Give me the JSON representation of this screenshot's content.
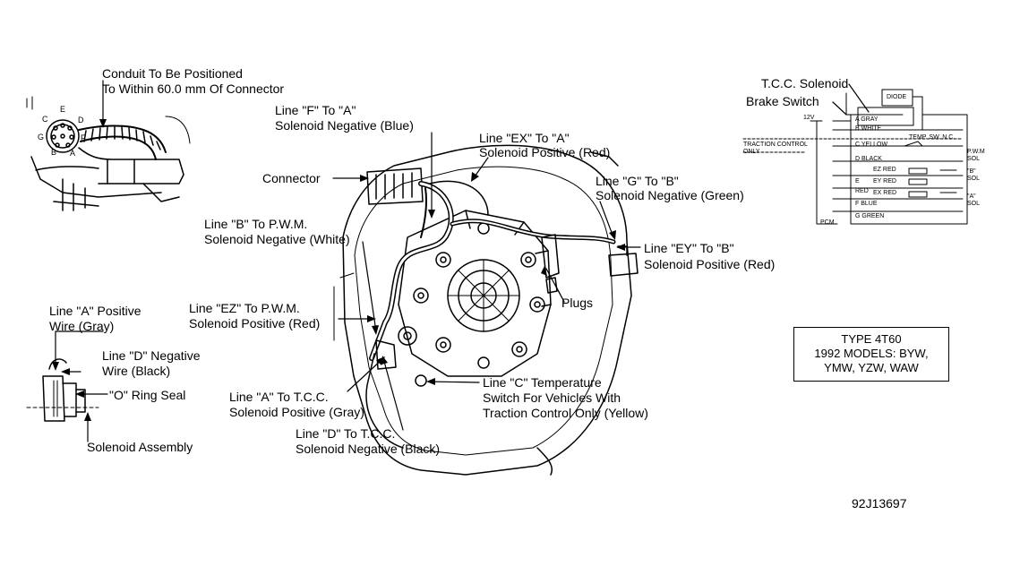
{
  "labels": {
    "conduit": [
      "Conduit To Be Positioned",
      "To Within 60.0 mm Of Connector"
    ],
    "connector": "Connector",
    "line_f": [
      "Line \"F\" To \"A\"",
      "Solenoid Negative (Blue)"
    ],
    "line_ex": [
      "Line \"EX\" To \"A\"",
      "Solenoid Positive (Red)"
    ],
    "line_g": [
      "Line \"G\" To \"B\"",
      "Solenoid Negative (Green)"
    ],
    "line_b": [
      "Line \"B\" To P.W.M.",
      "Solenoid Negative (White)"
    ],
    "line_ey": [
      "Line \"EY\" To \"B\"",
      "Solenoid Positive (Red)"
    ],
    "plugs": "Plugs",
    "line_ez": [
      "Line \"EZ\" To P.W.M.",
      "Solenoid Positive (Red)"
    ],
    "line_a_pos": [
      "Line \"A\" Positive",
      "Wire (Gray)"
    ],
    "line_d_neg": [
      "Line \"D\" Negative",
      "Wire (Black)"
    ],
    "o_ring": "\"O\" Ring Seal",
    "solenoid_assembly": "Solenoid Assembly",
    "line_a_tcc": [
      "Line \"A\" To T.C.C.",
      "Solenoid Positive (Gray)"
    ],
    "line_c": [
      "Line \"C\" Temperature",
      "Switch For Vehicles With",
      "Traction Control Only (Yellow)"
    ],
    "line_d_tcc": [
      "Line \"D\" To T.C.C.",
      "Solenoid Negative (Black)"
    ],
    "tcc_solenoid": "T.C.C. Solenoid",
    "brake_switch": "Brake Switch",
    "type_box": [
      "TYPE 4T60",
      "1992 MODELS: BYW,",
      "YMW, YZW, WAW"
    ],
    "figure_id": "92J13697"
  },
  "connector_pins": [
    "C",
    "E",
    "D",
    "G",
    "B",
    "A",
    "F"
  ],
  "schematic": {
    "diode": "DIODE",
    "volt": "12V",
    "traction": [
      "TRACTION CONTROL",
      "ONLY"
    ],
    "wires": [
      "A GRAY",
      "B WHITE",
      "C YELLOW",
      "D BLACK",
      "EZ RED",
      "EY RED",
      "E",
      "RED",
      "EX RED",
      "F BLUE",
      "G GREEN"
    ],
    "temp_sw": "TEMP. SW. N.C.",
    "pwm_sol": [
      "P.W.M",
      "SOL"
    ],
    "b_sol": [
      "\"B\"",
      "SOL"
    ],
    "a_sol": [
      "\"A\"",
      "SOL"
    ],
    "pcm": "PCM"
  }
}
